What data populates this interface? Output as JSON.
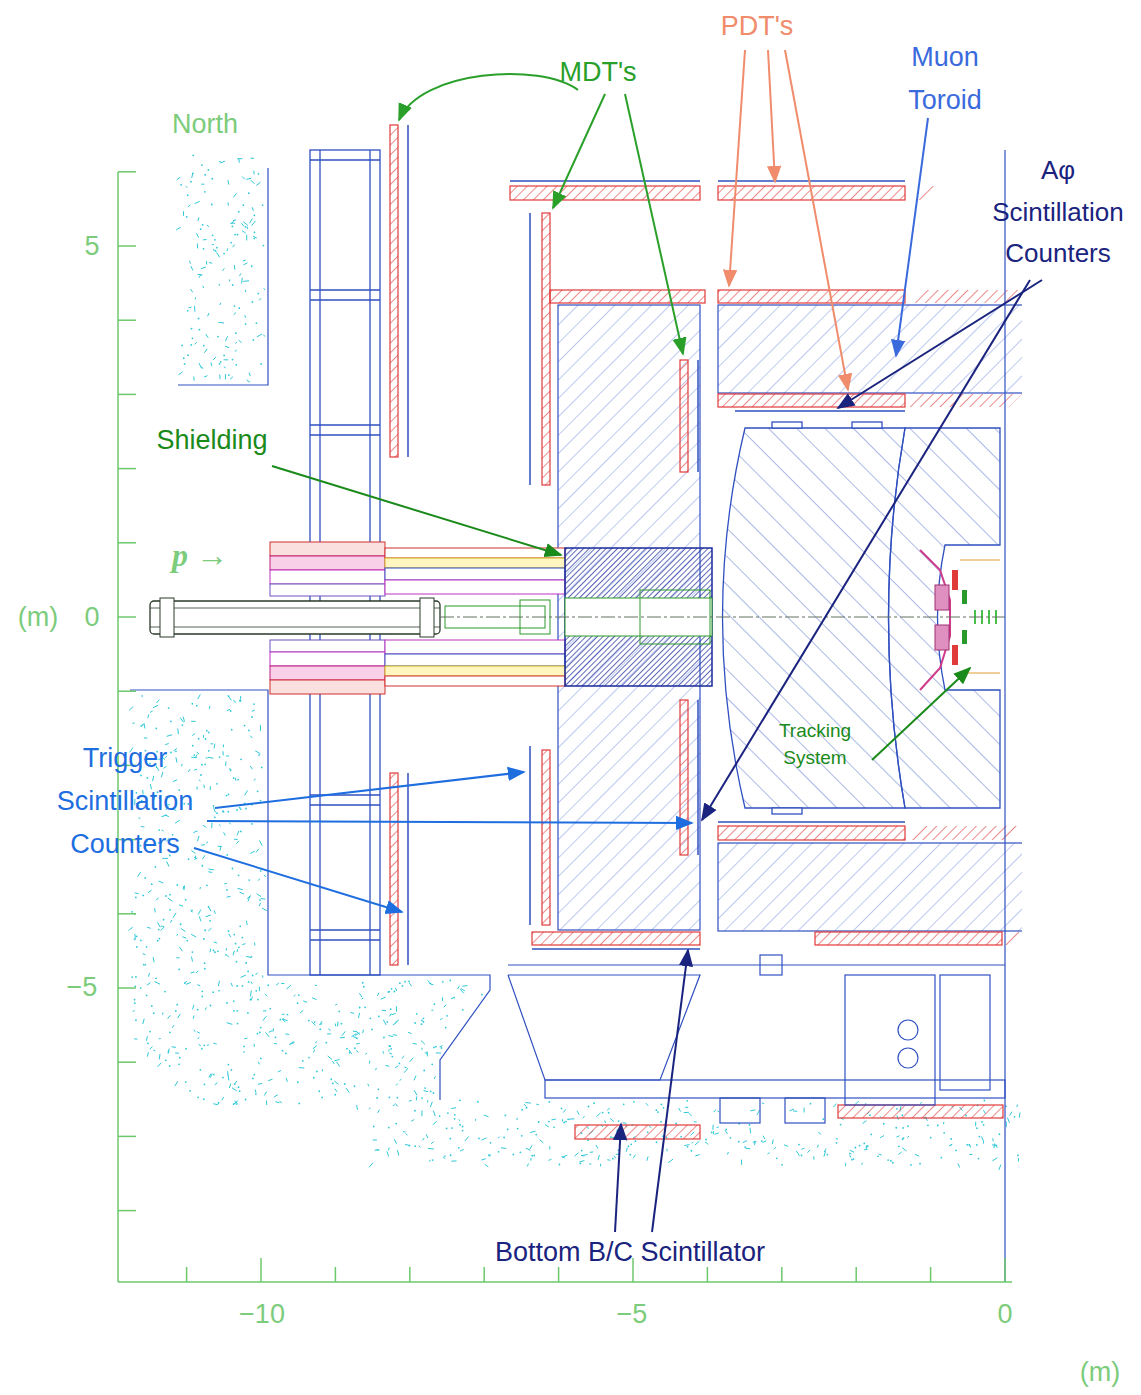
{
  "diagram": {
    "labels": [
      "North",
      "MDT's",
      "PDT's",
      "Muon Toroid",
      "Aφ Scintillation Counters",
      "Shielding",
      "p →",
      "Trigger Scintillation Counters",
      "Tracking System",
      "Bottom B/C Scintillator",
      "5",
      "(m)",
      "0",
      "−5",
      "−10",
      "−5",
      "0",
      "(m)"
    ]
  }
}
